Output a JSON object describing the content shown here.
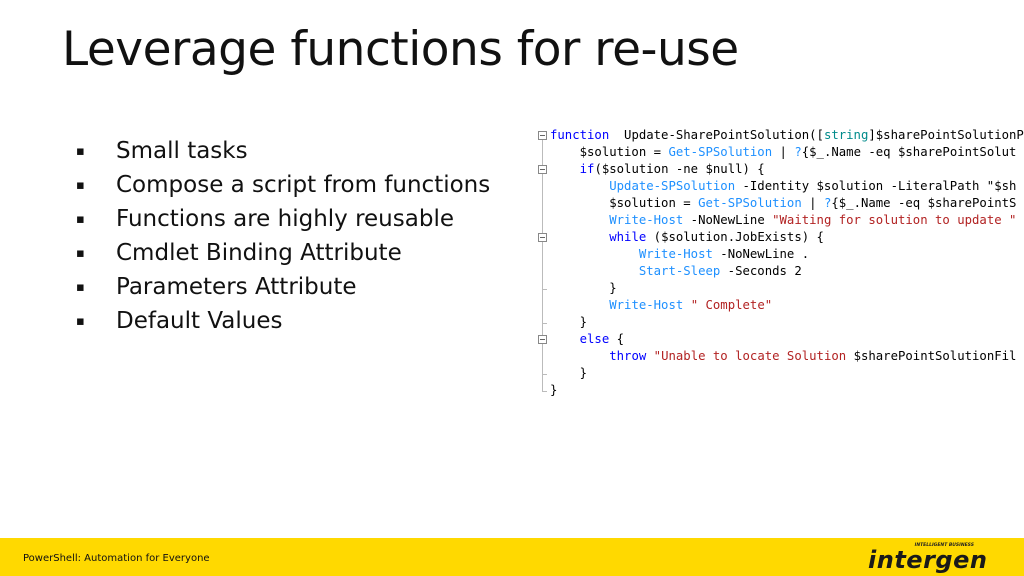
{
  "slide": {
    "title": "Leverage functions for re-use",
    "bullet_mark": "▪",
    "bullets": [
      "Small tasks",
      "Compose a script from functions",
      "Functions are highly reusable",
      "Cmdlet Binding Attribute",
      "Parameters Attribute",
      "Default Values"
    ]
  },
  "code": {
    "lines": [
      [
        [
          "kw",
          "function"
        ],
        [
          "",
          "  Update-SharePointSolution(["
        ],
        [
          "type",
          "string"
        ],
        [
          "",
          "]$sharePointSolutionP"
        ]
      ],
      [
        [
          "",
          "    $solution = "
        ],
        [
          "cmd",
          "Get-SPSolution"
        ],
        [
          "",
          " | "
        ],
        [
          "cmd",
          "?"
        ],
        [
          "",
          "{$_.Name -eq $sharePointSolut"
        ]
      ],
      [
        [
          "",
          "    "
        ],
        [
          "kw",
          "if"
        ],
        [
          "",
          "($solution -ne $null) {"
        ]
      ],
      [
        [
          "",
          "        "
        ],
        [
          "cmd",
          "Update-SPSolution"
        ],
        [
          "",
          " -Identity $solution -LiteralPath \"$sh"
        ]
      ],
      [
        [
          "",
          "        $solution = "
        ],
        [
          "cmd",
          "Get-SPSolution"
        ],
        [
          "",
          " | "
        ],
        [
          "cmd",
          "?"
        ],
        [
          "",
          "{$_.Name -eq $sharePointS"
        ]
      ],
      [
        [
          "",
          "        "
        ],
        [
          "cmd",
          "Write-Host"
        ],
        [
          "",
          " -NoNewLine "
        ],
        [
          "str",
          "\"Waiting for solution to update \""
        ]
      ],
      [
        [
          "",
          "        "
        ],
        [
          "kw",
          "while"
        ],
        [
          "",
          " ($solution.JobExists) {"
        ]
      ],
      [
        [
          "",
          "            "
        ],
        [
          "cmd",
          "Write-Host"
        ],
        [
          "",
          " -NoNewLine ."
        ]
      ],
      [
        [
          "",
          "            "
        ],
        [
          "cmd",
          "Start-Sleep"
        ],
        [
          "",
          " -Seconds 2"
        ]
      ],
      [
        [
          "",
          "        }"
        ]
      ],
      [
        [
          "",
          "        "
        ],
        [
          "cmd",
          "Write-Host"
        ],
        [
          "",
          " "
        ],
        [
          "str",
          "\" Complete\""
        ]
      ],
      [
        [
          "",
          "    }"
        ]
      ],
      [
        [
          "",
          "    "
        ],
        [
          "kw",
          "else"
        ],
        [
          "",
          " {"
        ]
      ],
      [
        [
          "",
          "        "
        ],
        [
          "kw",
          "throw"
        ],
        [
          "",
          " "
        ],
        [
          "str",
          "\"Unable to locate Solution "
        ],
        [
          "",
          "$sharePointSolutionFil"
        ]
      ],
      [
        [
          "",
          "    }"
        ]
      ],
      [
        [
          "",
          "}"
        ]
      ]
    ]
  },
  "footer": {
    "text": "PowerShell: Automation for Everyone",
    "logo_word": "intergen",
    "logo_tagline": "INTELLIGENT BUSINESS"
  },
  "colors": {
    "footer_bg": "#ffd900",
    "keyword": "#0000ff",
    "type": "#008b8b",
    "cmdlet": "#1e90ff",
    "string": "#b22222"
  }
}
